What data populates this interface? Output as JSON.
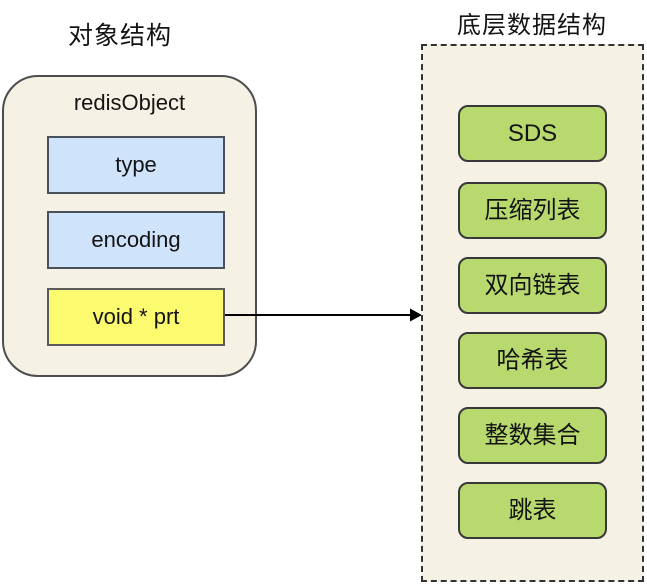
{
  "left": {
    "title": "对象结构",
    "container_label": "redisObject",
    "fields": [
      {
        "label": "type"
      },
      {
        "label": "encoding"
      },
      {
        "label": "void * prt"
      }
    ]
  },
  "right": {
    "title": "底层数据结构",
    "structures": [
      "SDS",
      "压缩列表",
      "双向链表",
      "哈希表",
      "整数集合",
      "跳表"
    ]
  },
  "colors": {
    "container_fill": "#f5f1e4",
    "container_border": "#4d4d4d",
    "field_blue_fill": "#cfe3fa",
    "field_blue_border": "#49525b",
    "field_yellow_fill": "#fcfa6e",
    "field_yellow_border": "#5b5b5b",
    "structure_green_fill": "#b8d96e",
    "structure_green_border": "#383838",
    "dashed_border": "#333333",
    "arrow": "#000000",
    "text": "#141414"
  }
}
